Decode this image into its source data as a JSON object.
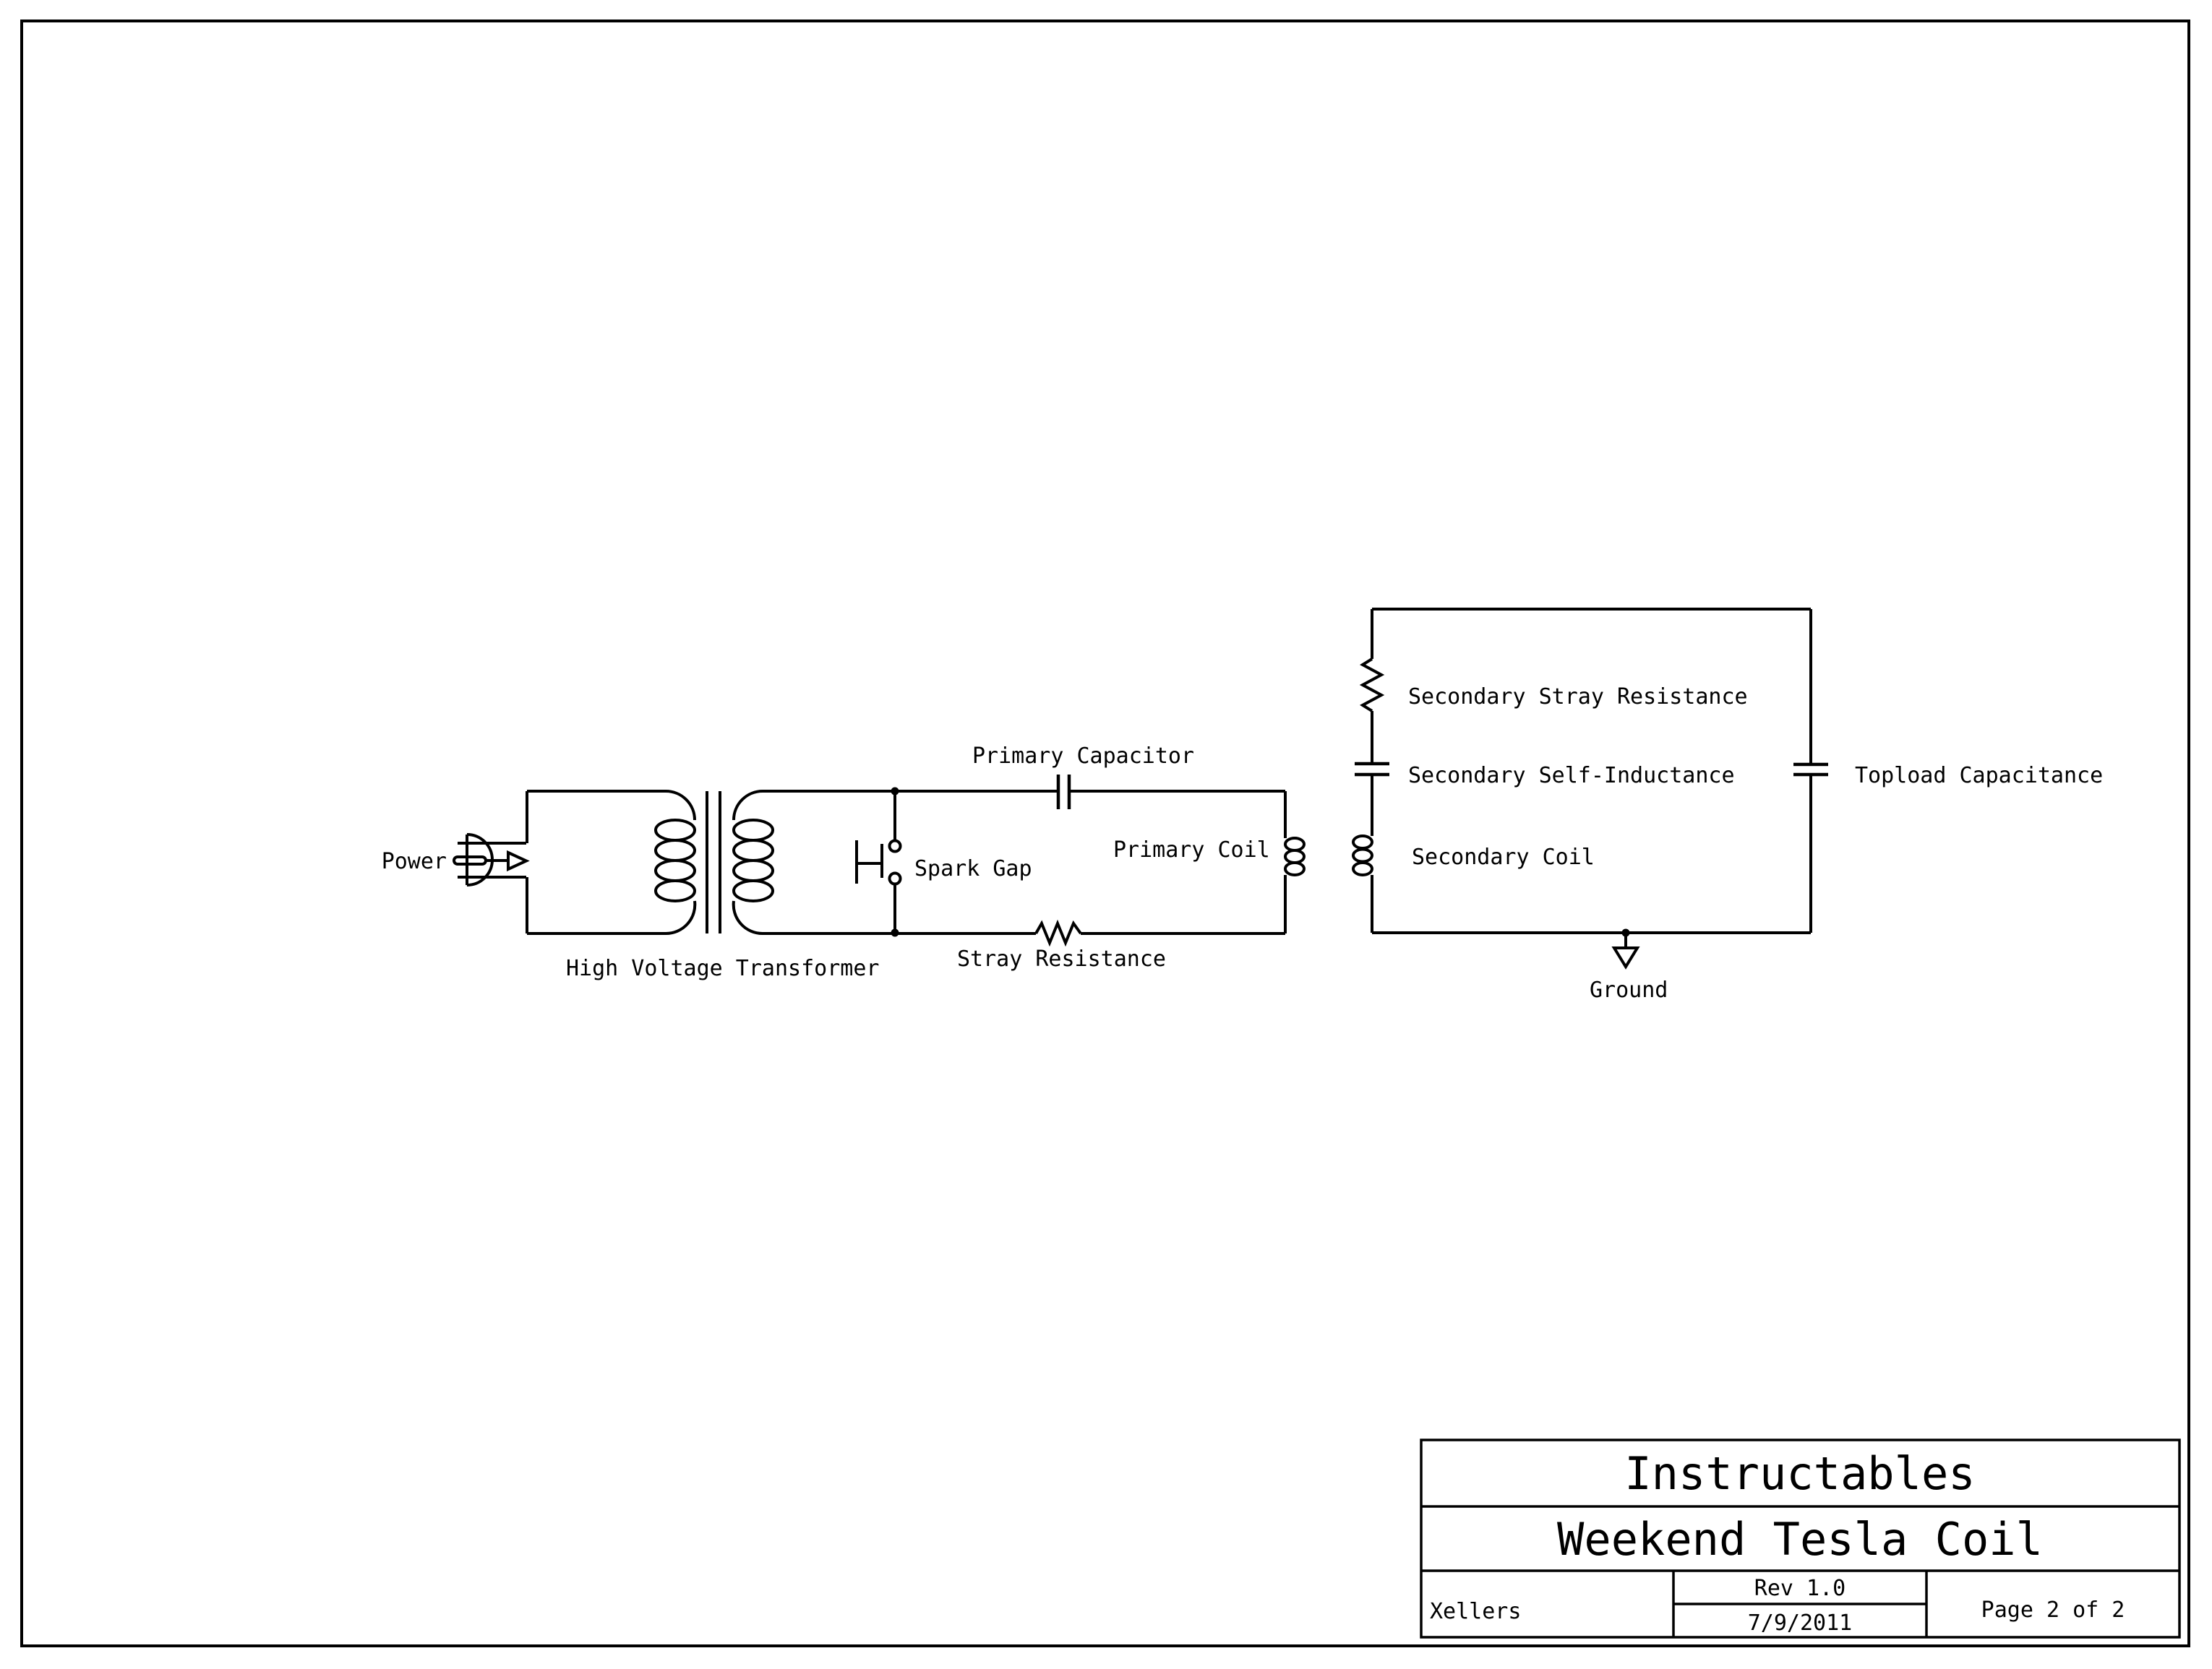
{
  "diagram": {
    "labels": {
      "power": "Power",
      "transformer": "High Voltage Transformer",
      "spark_gap": "Spark Gap",
      "primary_capacitor": "Primary Capacitor",
      "primary_coil": "Primary Coil",
      "stray_resistance": "Stray Resistance",
      "secondary_stray_resistance": "Secondary Stray Resistance",
      "secondary_self_inductance": "Secondary Self-Inductance",
      "secondary_coil": "Secondary Coil",
      "topload_capacitance": "Topload Capacitance",
      "ground": "Ground"
    }
  },
  "title_block": {
    "brand": "Instructables",
    "doc_title": "Weekend Tesla Coil",
    "author": "Xellers",
    "revision": "Rev 1.0",
    "date": "7/9/2011",
    "page": "Page 2 of 2"
  },
  "colors": {
    "ink": "#000000",
    "paper": "#ffffff"
  }
}
